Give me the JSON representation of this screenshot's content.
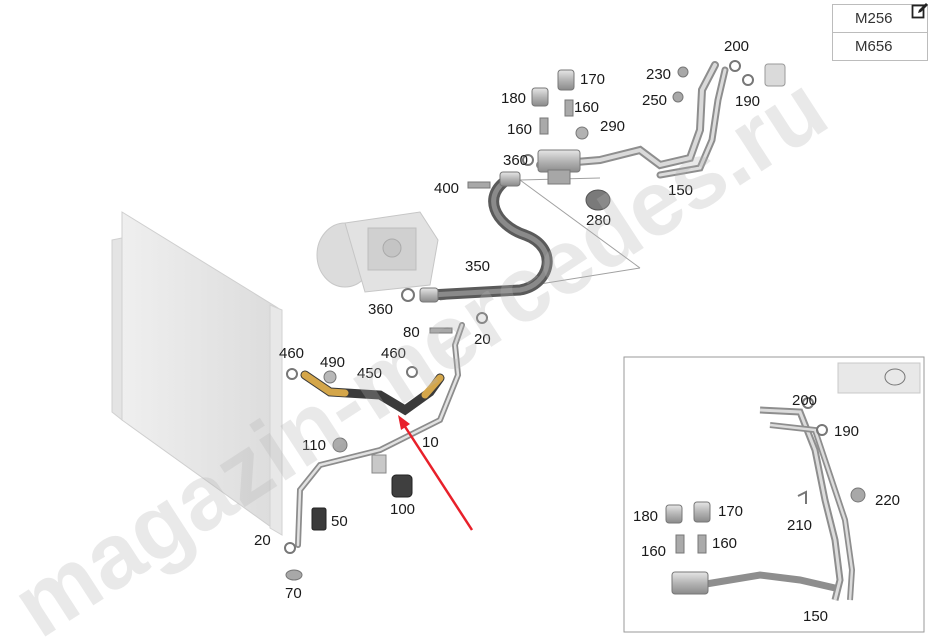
{
  "engine_variants": [
    "M256",
    "M656"
  ],
  "watermark": "magazin-mercedes.ru",
  "labels": {
    "l200": "200",
    "l230": "230",
    "l170": "170",
    "l180": "180",
    "l160a": "160",
    "l250": "250",
    "l190": "190",
    "l160b": "160",
    "l290": "290",
    "l360a": "360",
    "l400": "400",
    "l150": "150",
    "l280": "280",
    "l350": "350",
    "l360b": "360",
    "l80": "80",
    "l20a": "20",
    "l460a": "460",
    "l490": "490",
    "l460b": "460",
    "l450": "450",
    "l110": "110",
    "l10": "10",
    "l100": "100",
    "l50": "50",
    "l20b": "20",
    "l70": "70",
    "d200": "200",
    "d190": "190",
    "d220": "220",
    "d210": "210",
    "d180": "180",
    "d170": "170",
    "d160a": "160",
    "d160b": "160",
    "d150": "150"
  },
  "colors": {
    "arrow": "#e8202a",
    "pipe_highlight": "#d4a64a",
    "hose_dark": "#3a3a3a"
  }
}
